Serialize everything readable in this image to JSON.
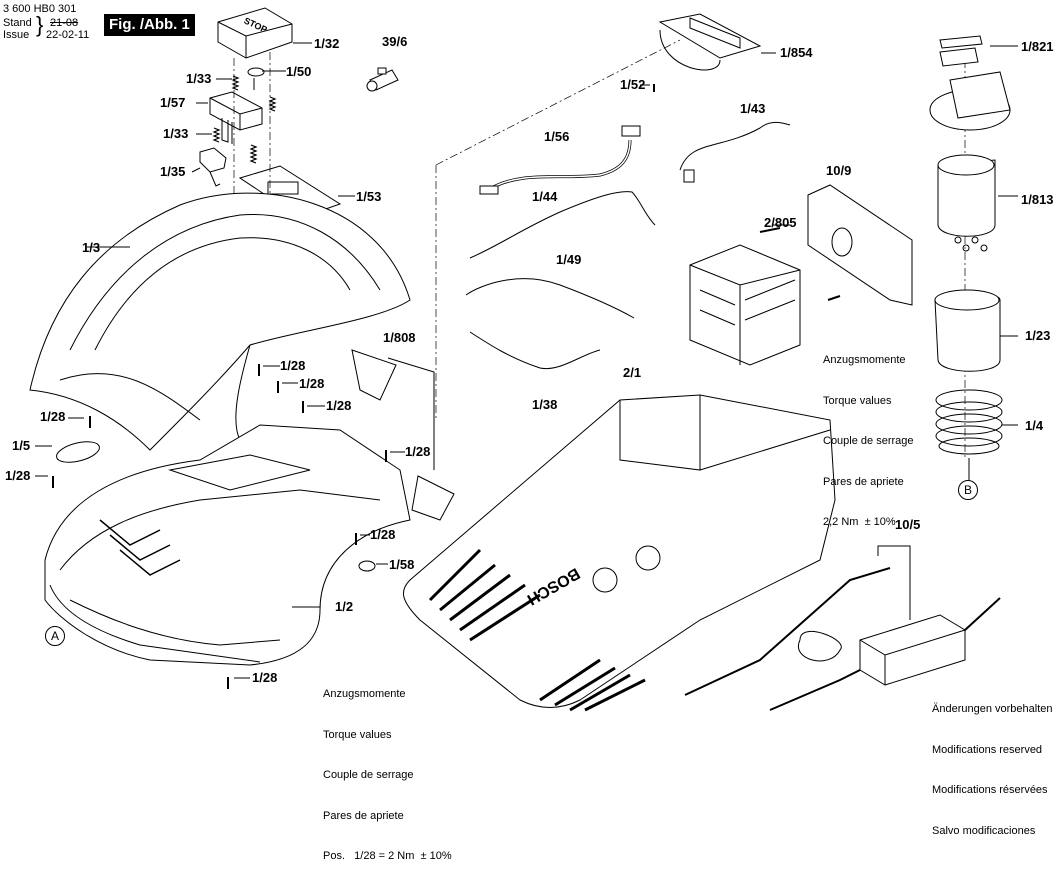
{
  "header": {
    "doc_number": "3 600 HB0 301",
    "stand_label": "Stand",
    "issue_label": "Issue",
    "old_date": "21-08",
    "issue_date": "22-02-11",
    "figure_title": "Fig. /Abb. 1"
  },
  "part_labels": [
    {
      "id": "p-1-32",
      "text": "1/32"
    },
    {
      "id": "p-39-6",
      "text": "39/6"
    },
    {
      "id": "p-1-33a",
      "text": "1/33"
    },
    {
      "id": "p-1-50",
      "text": "1/50"
    },
    {
      "id": "p-1-57",
      "text": "1/57"
    },
    {
      "id": "p-1-33b",
      "text": "1/33"
    },
    {
      "id": "p-1-35",
      "text": "1/35"
    },
    {
      "id": "p-1-53",
      "text": "1/53"
    },
    {
      "id": "p-1-3",
      "text": "1/3"
    },
    {
      "id": "p-1-854",
      "text": "1/854"
    },
    {
      "id": "p-1-52",
      "text": "1/52"
    },
    {
      "id": "p-1-43",
      "text": "1/43"
    },
    {
      "id": "p-1-56",
      "text": "1/56"
    },
    {
      "id": "p-1-44",
      "text": "1/44"
    },
    {
      "id": "p-1-49",
      "text": "1/49"
    },
    {
      "id": "p-1-38",
      "text": "1/38"
    },
    {
      "id": "p-10-9",
      "text": "10/9"
    },
    {
      "id": "p-2-805",
      "text": "2/805"
    },
    {
      "id": "p-1-821",
      "text": "1/821"
    },
    {
      "id": "p-1-813",
      "text": "1/813"
    },
    {
      "id": "p-1-23",
      "text": "1/23"
    },
    {
      "id": "p-1-4",
      "text": "1/4"
    },
    {
      "id": "p-1-808",
      "text": "1/808"
    },
    {
      "id": "p-2-1",
      "text": "2/1"
    },
    {
      "id": "p-1-28a",
      "text": "1/28"
    },
    {
      "id": "p-1-28b",
      "text": "1/28"
    },
    {
      "id": "p-1-28c",
      "text": "1/28"
    },
    {
      "id": "p-1-28d",
      "text": "1/28"
    },
    {
      "id": "p-1-28e",
      "text": "1/28"
    },
    {
      "id": "p-1-28f",
      "text": "1/28"
    },
    {
      "id": "p-1-28g",
      "text": "1/28"
    },
    {
      "id": "p-1-28h",
      "text": "1/28"
    },
    {
      "id": "p-1-5",
      "text": "1/5"
    },
    {
      "id": "p-1-58",
      "text": "1/58"
    },
    {
      "id": "p-1-2",
      "text": "1/2"
    },
    {
      "id": "p-10-5",
      "text": "10/5"
    }
  ],
  "markers": {
    "a": "A",
    "b": "B"
  },
  "torque_note_right": {
    "line1": "Anzugsmomente",
    "line2": "Torque values",
    "line3": "Couple de serrage",
    "line4": "Pares de apriete",
    "line5": "2,2 Nm  ± 10%"
  },
  "torque_note_bottom": {
    "line1": "Anzugsmomente",
    "line2": "Torque values",
    "line3": "Couple de serrage",
    "line4": "Pares de apriete",
    "line5": "Pos.   1/28 = 2 Nm  ± 10%"
  },
  "modifications_note": {
    "line1": "Änderungen vorbehalten",
    "line2": "Modifications reserved",
    "line3": "Modifications réservées",
    "line4": "Salvo modificaciones"
  },
  "base_brand": "BOSCH",
  "stop_button_text": "STOP"
}
